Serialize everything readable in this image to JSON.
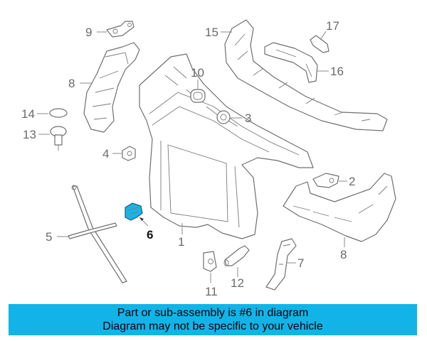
{
  "callouts": {
    "c1": "1",
    "c2": "2",
    "c3": "3",
    "c4": "4",
    "c5": "5",
    "c6": "6",
    "c7": "7",
    "c8a": "8",
    "c8b": "8",
    "c9": "9",
    "c10": "10",
    "c11": "11",
    "c12": "12",
    "c13": "13",
    "c14": "14",
    "c15": "15",
    "c16": "16",
    "c17": "17"
  },
  "highlight_color": "#1ab3e6",
  "banner": {
    "line1": "Part or sub-assembly is #6 in diagram",
    "line2": "Diagram may not be specific to your vehicle",
    "color": "#12b4e8"
  }
}
